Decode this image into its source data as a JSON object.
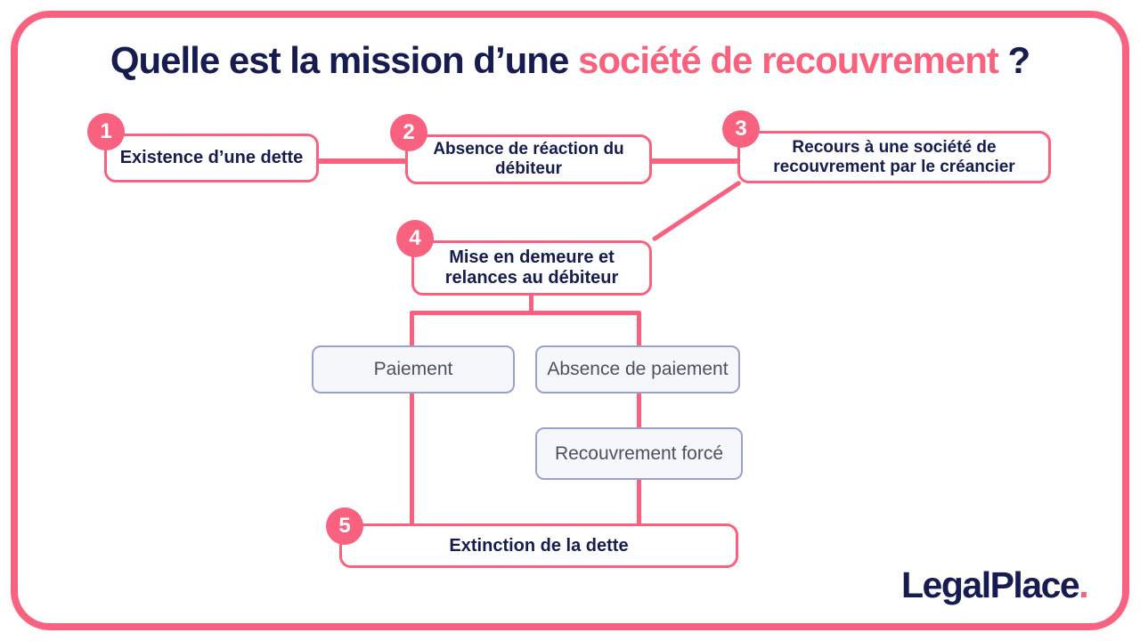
{
  "title": {
    "part1": "Quelle est la mission d’une ",
    "part2": "société de recouvrement",
    "part3": " ?"
  },
  "colors": {
    "pink": "#F8627E",
    "navy": "#161C4F",
    "gray_border": "#9AA2CB",
    "gray_text": "#4A5163",
    "gray_bg": "#F6F7FB"
  },
  "steps": [
    {
      "number": "1",
      "label": "Existence d’une dette"
    },
    {
      "number": "2",
      "label": "Absence de réaction du débiteur"
    },
    {
      "number": "3",
      "label": "Recours à une société de recouvrement par le créancier"
    },
    {
      "number": "4",
      "label": "Mise en demeure et relances au débiteur"
    },
    {
      "number": "5",
      "label": "Extinction de la dette"
    }
  ],
  "outcomes": [
    {
      "label": "Paiement"
    },
    {
      "label": "Absence de paiement"
    },
    {
      "label": "Recouvrement forcé"
    }
  ],
  "logo": {
    "text": "LegalPlace",
    "dot": "."
  }
}
